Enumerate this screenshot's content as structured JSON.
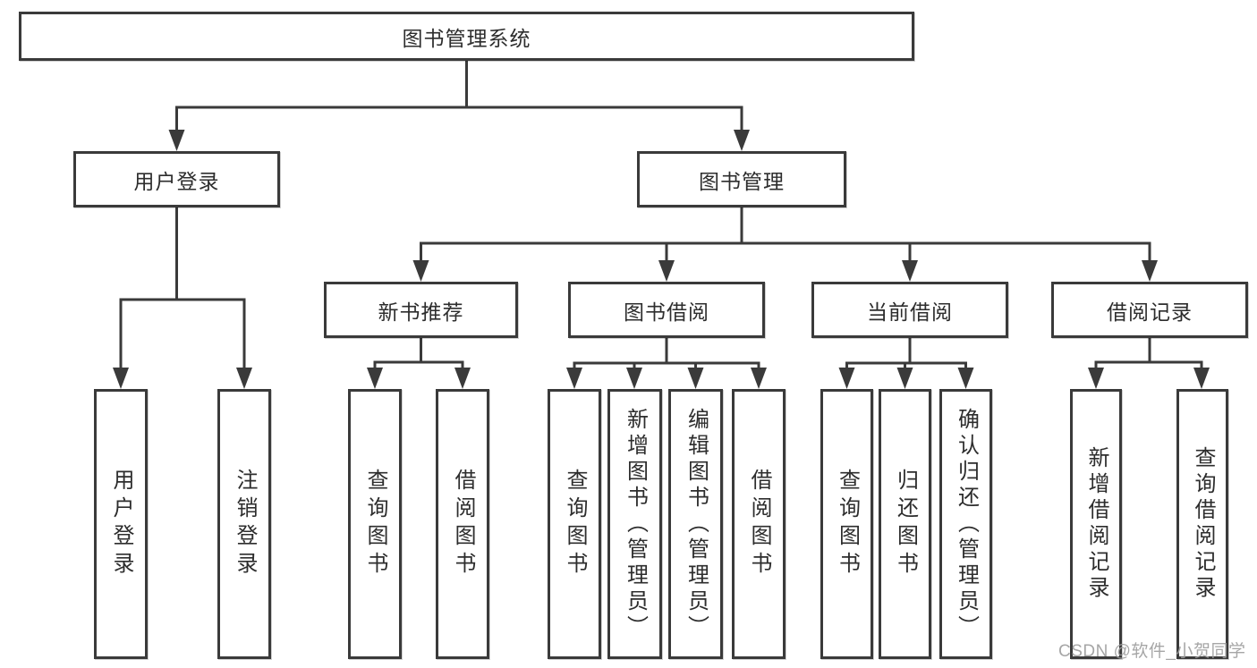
{
  "diagram": {
    "root": {
      "label": "图书管理系统"
    },
    "level2": [
      {
        "id": "user-login",
        "label": "用户登录",
        "children": [
          "用户登录",
          "注销登录"
        ]
      },
      {
        "id": "book-mgmt",
        "label": "图书管理"
      }
    ],
    "level3": [
      {
        "id": "new-book-rec",
        "label": "新书推荐",
        "children": [
          "查询图书",
          "借阅图书"
        ]
      },
      {
        "id": "book-borrow",
        "label": "图书借阅",
        "children": [
          "查询图书",
          "新增图书（管理员）",
          "编辑图书（管理员）",
          "借阅图书"
        ]
      },
      {
        "id": "current-borrow",
        "label": "当前借阅",
        "children": [
          "查询图书",
          "归还图书",
          "确认归还（管理员）"
        ]
      },
      {
        "id": "borrow-records",
        "label": "借阅记录",
        "children": [
          "新增借阅记录",
          "查询借阅记录"
        ]
      }
    ],
    "watermark": "CSDN @软件_小贺同学",
    "colors": {
      "line": "#3a3a3a",
      "box_border": "#3a3a3a",
      "text": "#2d2d2d",
      "watermark": "#9e9e9e",
      "background": "#ffffff"
    }
  }
}
